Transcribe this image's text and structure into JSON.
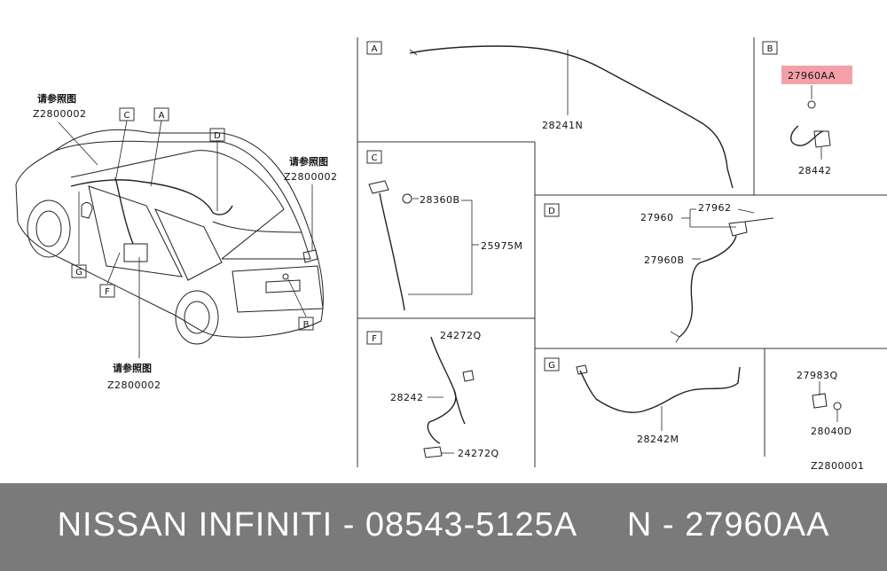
{
  "diagram": {
    "car_callouts": {
      "see_ref_top_left_note": "请参照图",
      "see_ref_top_left_code": "Z2800002",
      "see_ref_top_right_note": "请参照图",
      "see_ref_top_right_code": "Z2800002",
      "see_ref_bottom_note": "请参照图",
      "see_ref_bottom_code": "Z2800002",
      "section_letters": [
        "C",
        "A",
        "D",
        "G",
        "F",
        "B"
      ]
    },
    "section_a": {
      "letter": "A",
      "part": "28241N"
    },
    "section_b": {
      "letter": "B",
      "highlighted_part": "27960AA",
      "highlight_color": "#f4a0a8",
      "part2": "28442"
    },
    "section_c": {
      "letter": "C",
      "part1": "28360B",
      "part2": "25975M"
    },
    "section_d": {
      "letter": "D",
      "part1": "27962",
      "part2": "27960",
      "part3": "27960B"
    },
    "section_f": {
      "letter": "F",
      "part1": "24272Q",
      "part2": "28242",
      "part3": "24272Q"
    },
    "section_g": {
      "letter": "G",
      "part1": "28242M",
      "part2": "27983Q",
      "part3": "28040D"
    },
    "diagram_code": "Z2800001"
  },
  "footer": {
    "brand": "NISSAN INFINITI",
    "separator": " - ",
    "oem_number": "08543-5125A",
    "gap": "     ",
    "part_prefix": "N",
    "part_number": "27960AA",
    "background": "#7a7a7a"
  }
}
